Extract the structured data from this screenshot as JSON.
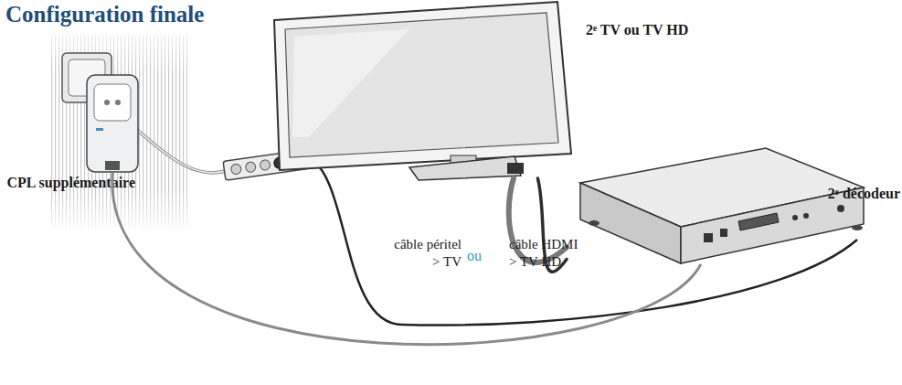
{
  "diagram": {
    "title": "Configuration finale",
    "nodes": [
      {
        "text": [
          "2ᵉ TV ou TV HD"
        ]
      },
      {
        "text": [
          "2ᵉ décodeur"
        ]
      },
      {
        "text": [
          "CPL supplémentaire"
        ]
      }
    ],
    "edges": [
      {
        "from": 1,
        "to": 0,
        "label": "câble péritel > TV",
        "arrow": "none"
      },
      {
        "from": 1,
        "to": 0,
        "label": "câble HDMI > TV HD",
        "arrow": "none"
      },
      {
        "from": 2,
        "to": 1,
        "arrow": "none"
      }
    ],
    "labels": [
      "ou"
    ]
  }
}
